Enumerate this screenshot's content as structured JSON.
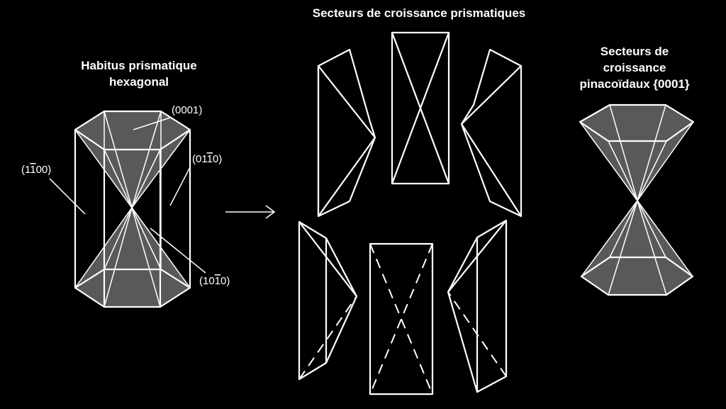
{
  "titles": {
    "left_line1": "Habitus prismatique",
    "left_line2": "hexagonal",
    "center": "Secteurs de croissance prismatiques",
    "right_line1": "Secteurs de",
    "right_line2": "croissance",
    "right_line3": "pinacoïdaux {0001}"
  },
  "labels": {
    "basal": "(0001)",
    "face_a_pre": "(1",
    "face_a_bar": "1",
    "face_a_post": "00)",
    "face_b_pre": "(01",
    "face_b_bar": "1",
    "face_b_post": "0)",
    "face_c_pre": "(10",
    "face_c_bar": "1",
    "face_c_post": "0)"
  },
  "colors": {
    "background": "#000000",
    "line": "#ffffff",
    "shade": "#595959"
  }
}
